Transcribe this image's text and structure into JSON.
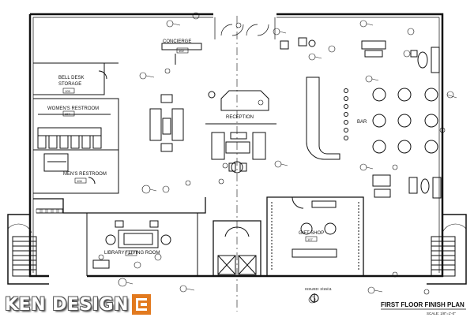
{
  "rooms": {
    "bell_desk": "BELL DESK",
    "storage": "STORAGE",
    "womens_restroom": "WOMEN'S RESTROOM",
    "mens_restroom": "MEN'S RESTROOM",
    "reception": "RECEPTION",
    "bar": "BAR",
    "gift_shop": "GIFT SHOP",
    "library": "LIBRARY / LIVING ROOM",
    "concierge": "CONCIERGE"
  },
  "tags": {
    "storage": "105",
    "womens": "104",
    "mens": "106",
    "gift_shop": "107",
    "library": "109",
    "concierge": "102"
  },
  "sheet": {
    "title": "FIRST FLOOR FINISH PLAN",
    "issued": "ISSUED: 3/15/11",
    "scale": "SCALE: 1/8\"=1'-0\""
  },
  "logo": {
    "text": "KEN DESIGN"
  }
}
